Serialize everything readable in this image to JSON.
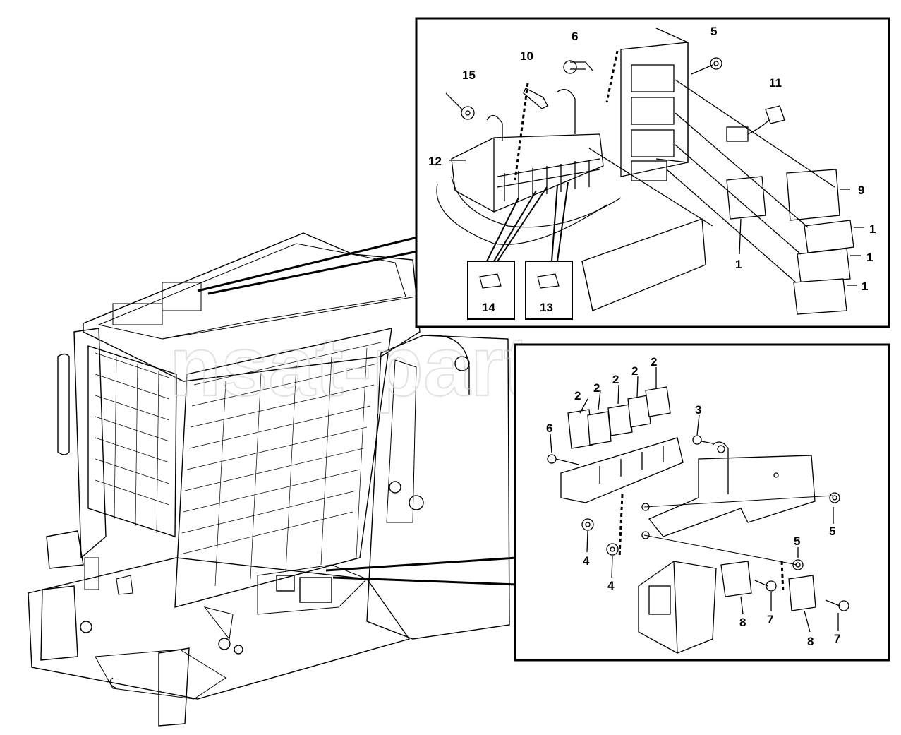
{
  "watermark": "nsat-parts.ru",
  "callouts_top": [
    {
      "id": "c-top-15",
      "text": "15"
    },
    {
      "id": "c-top-10",
      "text": "10"
    },
    {
      "id": "c-top-6",
      "text": "6"
    },
    {
      "id": "c-top-5",
      "text": "5"
    },
    {
      "id": "c-top-11",
      "text": "11"
    },
    {
      "id": "c-top-12",
      "text": "12"
    },
    {
      "id": "c-top-9",
      "text": "9"
    },
    {
      "id": "c-top-1a",
      "text": "1"
    },
    {
      "id": "c-top-1b",
      "text": "1"
    },
    {
      "id": "c-top-1c",
      "text": "1"
    },
    {
      "id": "c-top-1d",
      "text": "1"
    },
    {
      "id": "c-top-14",
      "text": "14"
    },
    {
      "id": "c-top-13",
      "text": "13"
    }
  ],
  "callouts_bottom": [
    {
      "id": "c-bot-2a",
      "text": "2"
    },
    {
      "id": "c-bot-2b",
      "text": "2"
    },
    {
      "id": "c-bot-2c",
      "text": "2"
    },
    {
      "id": "c-bot-2d",
      "text": "2"
    },
    {
      "id": "c-bot-2e",
      "text": "2"
    },
    {
      "id": "c-bot-3",
      "text": "3"
    },
    {
      "id": "c-bot-6",
      "text": "6"
    },
    {
      "id": "c-bot-5a",
      "text": "5"
    },
    {
      "id": "c-bot-5b",
      "text": "5"
    },
    {
      "id": "c-bot-4a",
      "text": "4"
    },
    {
      "id": "c-bot-4b",
      "text": "4"
    },
    {
      "id": "c-bot-8a",
      "text": "8"
    },
    {
      "id": "c-bot-7a",
      "text": "7"
    },
    {
      "id": "c-bot-8b",
      "text": "8"
    },
    {
      "id": "c-bot-7b",
      "text": "7"
    }
  ]
}
